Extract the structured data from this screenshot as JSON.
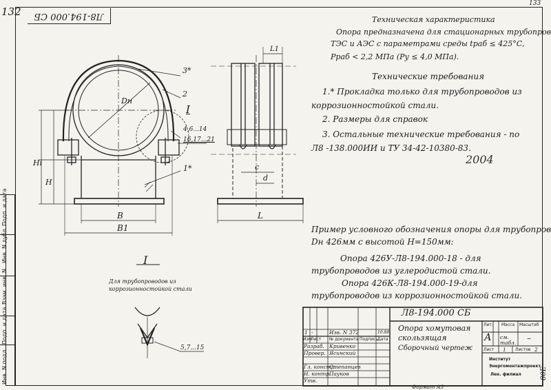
{
  "corner": {
    "page_left": "132",
    "page_right": "133"
  },
  "top_code_rotated": "Л8-194.000 СБ",
  "tech_char": {
    "heading": "Техническая характеристика",
    "line1": "Опора предназначена для стационарных трубопроводов",
    "line2": "ТЭС и АЭС с параметрами среды tраб ≤ 425°С,",
    "line3": "Рраб < 2,2 МПа (Ру ≤ 4,0 МПа)."
  },
  "tech_req": {
    "heading": "Технические требования",
    "item1a": "1.* Прокладка только для трубопроводов из",
    "item1b": "коррозионностойкой стали.",
    "item2": "2. Размеры для справок",
    "item3a": "3. Остальные технические требования - по",
    "item3b": "Л8 -138.000ИИ  и  ТУ 34-42-10380-83.",
    "year": "2004"
  },
  "example": {
    "line1": "Пример условного обозначения опоры для трубопровода",
    "line2": "Dн 426мм с высотой Н=150мм:",
    "line3": "Опора 426У-Л8-194.000-18 - для",
    "line4": "трубопроводов из углеродистой стали.",
    "line5": "Опора 426К-Л8-194.000-19-для",
    "line6": "трубопроводов из коррозионностойкой стали."
  },
  "drawing_labels": {
    "p3": "3*",
    "p2": "2",
    "section_I": "I",
    "p4_14": "4,6...14",
    "p16_21": "16,17...21",
    "p1": "1*",
    "dn": "Dн",
    "hi": "Hi",
    "h": "H",
    "b": "B",
    "b1": "B1",
    "l1": "L1",
    "c": "c",
    "d": "d",
    "l": "L",
    "detail_I": "I",
    "detail_caption1": "Для трубопроводов из",
    "detail_caption2": "коррозионностойкой стали",
    "p5_15": "5,7...15"
  },
  "left_strip": [
    "Инв. N подл.",
    "Подп. и дата",
    "Взам. инв. N",
    "Инв. N дубл.",
    "Подп. и дата"
  ],
  "stamp": {
    "code": "Л8-194.000 СБ",
    "title1": "Опора хомутовая",
    "title2": "скользящая",
    "title3": "Сборочный чертеж",
    "col_headers": [
      "Изм",
      "Лист",
      "№ документа",
      "Подпись",
      "Дата"
    ],
    "rev_row": [
      "1",
      "-",
      "Изв. N 372",
      "",
      "10.88"
    ],
    "rows": [
      {
        "role": "Разраб.",
        "name": "Кривенко"
      },
      {
        "role": "Провер.",
        "name": "Ясинский"
      },
      {
        "role": "",
        "name": ""
      },
      {
        "role": "Гл. констр.",
        "name": "Степанцев"
      },
      {
        "role": "Н. контр.",
        "name": "Пауков"
      },
      {
        "role": "Утв.",
        "name": ""
      }
    ],
    "lit_header": "Лит.",
    "mass_header": "Масса",
    "scale_header": "Масштаб",
    "lit_value": "А",
    "mass_value": "см. табл.",
    "scale_value": "–",
    "sheet_label": "Лист",
    "sheet_value": "1",
    "sheets_label": "Листов",
    "sheets_value": "2",
    "org1": "Институт",
    "org2": "Энергомонтажпроект",
    "org3": "Лен. филиал"
  },
  "format": "Формат А3",
  "right_edge": "80Е"
}
